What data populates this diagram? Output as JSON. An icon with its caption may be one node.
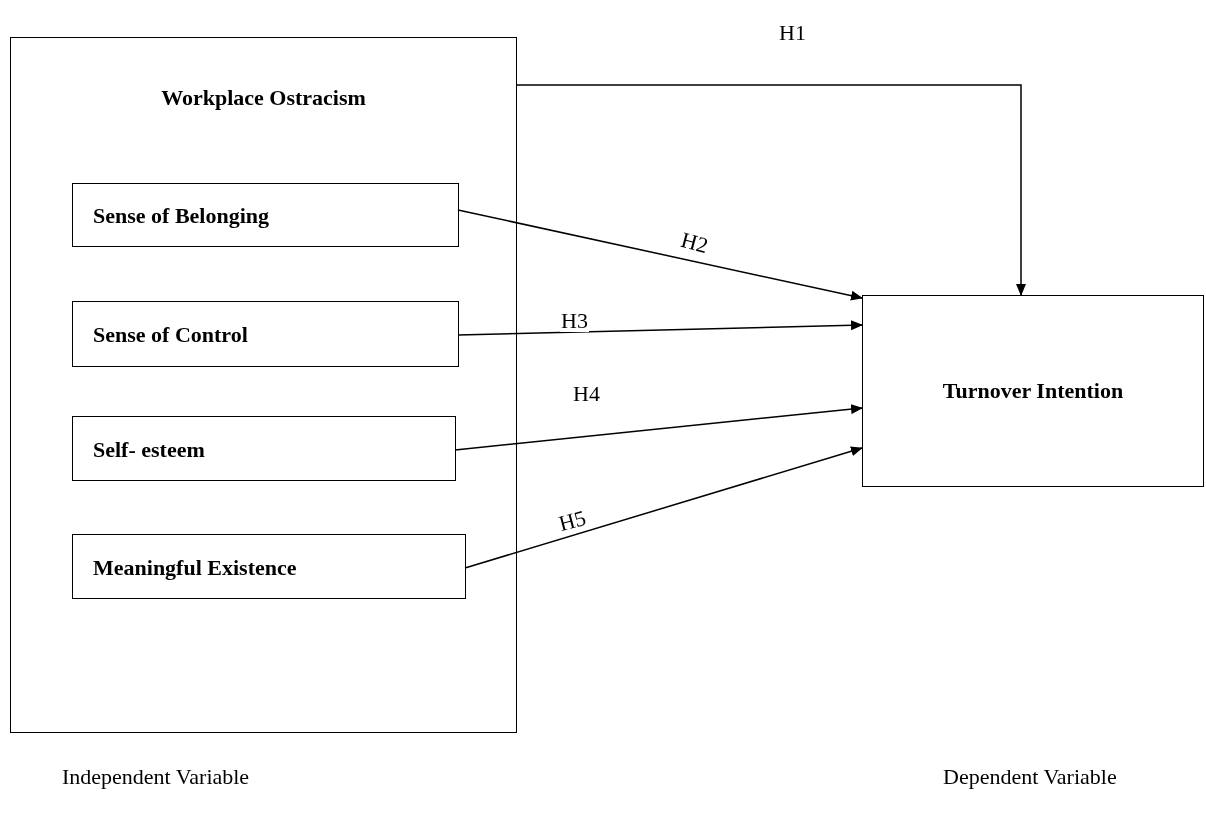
{
  "diagram": {
    "nodes": [
      {
        "text": [
          "Workplace Ostracism"
        ]
      },
      {
        "text": [
          "Sense of Belonging"
        ],
        "in": 0
      },
      {
        "text": [
          "Sense of Control"
        ],
        "in": 0
      },
      {
        "text": [
          "Self- esteem"
        ],
        "in": 0
      },
      {
        "text": [
          "Meaningful Existence"
        ],
        "in": 0
      },
      {
        "text": [
          "Turnover Intention"
        ]
      }
    ],
    "edges": [
      {
        "from": 0,
        "to": 5,
        "arrow": "to",
        "label": "H1"
      },
      {
        "from": 1,
        "to": 5,
        "arrow": "to",
        "label": "H2"
      },
      {
        "from": 2,
        "to": 5,
        "arrow": "to",
        "label": "H3"
      },
      {
        "from": 3,
        "to": 5,
        "arrow": "to",
        "label": "H4"
      },
      {
        "from": 4,
        "to": 5,
        "arrow": "to",
        "label": "H5"
      }
    ],
    "labels": [
      "Independent Variable",
      "Dependent Variable"
    ]
  }
}
